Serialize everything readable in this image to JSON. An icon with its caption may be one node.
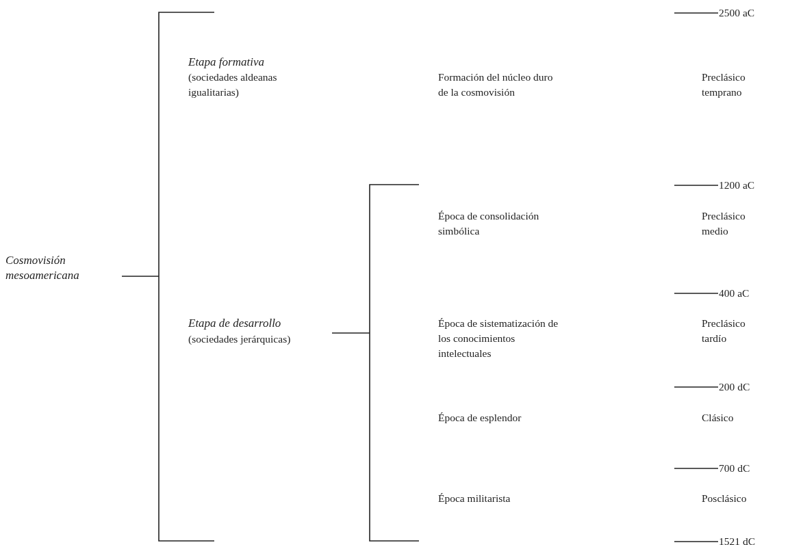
{
  "diagram": {
    "labels": [
      "2500 aC",
      "Etapa formativa",
      "(sociedades aldeanas igualitarias)",
      "Formación del núcleo duro de la cosmovisión",
      "Preclásico temprano",
      "1200 aC",
      "Época de consolidación simbólica",
      "Preclásico medio",
      "Cosmovisión mesoamericana",
      "400 aC",
      "Etapa de desarrollo",
      "(sociedades jerárquicas)",
      "Época de sistematización de los conocimientos intelectuales",
      "Preclásico tardío",
      "200 dC",
      "Época de esplendor",
      "Clásico",
      "700 dC",
      "Época militarista",
      "Posclásico",
      "1521 dC"
    ]
  }
}
